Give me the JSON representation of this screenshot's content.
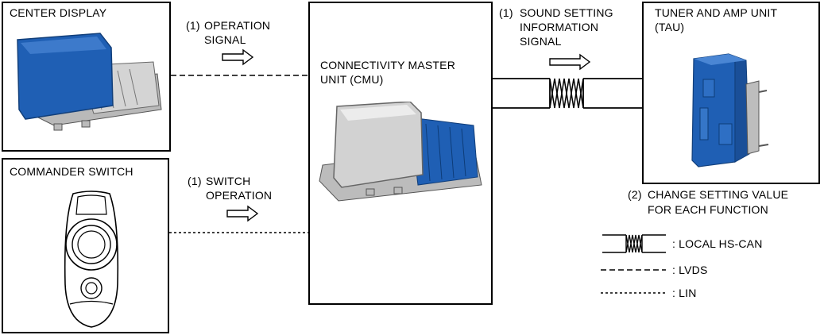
{
  "units": {
    "center_display": {
      "name": "CENTER DISPLAY"
    },
    "commander_switch": {
      "name": "COMMANDER SWITCH"
    },
    "cmu": {
      "name_line1": "CONNECTIVITY MASTER",
      "name_line2": "UNIT (CMU)"
    },
    "tau": {
      "name_line1": "TUNER AND AMP UNIT",
      "name_line2": "(TAU)"
    }
  },
  "signals": {
    "operation": {
      "num": "(1)",
      "line1": "OPERATION",
      "line2": "SIGNAL"
    },
    "switch": {
      "num": "(1)",
      "line1": "SWITCH",
      "line2": "OPERATION"
    },
    "sound": {
      "num": "(1)",
      "line1": "SOUND SETTING",
      "line2": "INFORMATION",
      "line3": "SIGNAL"
    },
    "change": {
      "num": "(2)",
      "line1": "CHANGE SETTING VALUE",
      "line2": "FOR EACH FUNCTION"
    }
  },
  "legend": {
    "hs_can": ": LOCAL HS-CAN",
    "lvds": ": LVDS",
    "lin": ": LIN"
  },
  "colors": {
    "device_blue": "#1f5fb4",
    "device_gray": "#c9c9c9",
    "line": "#000000"
  }
}
